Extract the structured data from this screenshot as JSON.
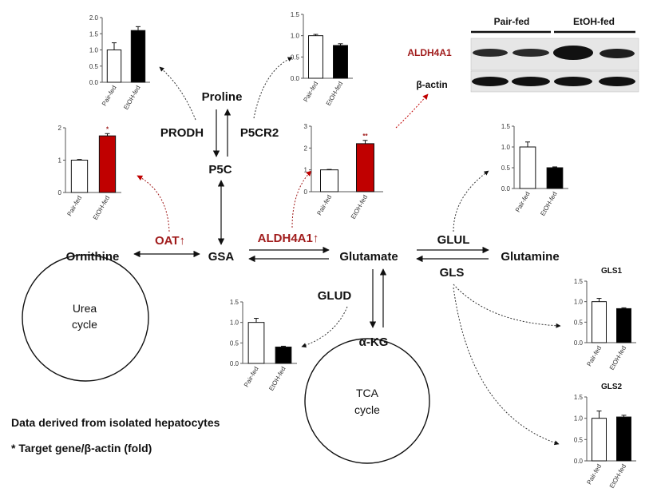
{
  "nodes": {
    "proline": "Proline",
    "p5c": "P5C",
    "gsa": "GSA",
    "ornithine": "Ornithine",
    "glutamate": "Glutamate",
    "glutamine": "Glutamine",
    "akg": "α-KG"
  },
  "enzymes": {
    "prodh": "PRODH",
    "p5cr2": "P5CR2",
    "oat": "OAT↑",
    "aldh4a1": "ALDH4A1↑",
    "glul": "GLUL",
    "gls": "GLS",
    "glud": "GLUD"
  },
  "cycles": {
    "urea_l1": "Urea",
    "urea_l2": "cycle",
    "tca_l1": "TCA",
    "tca_l2": "cycle"
  },
  "notes": {
    "line1": "Data derived from isolated hepatocytes",
    "line2": "* Target gene/β-actin (fold)"
  },
  "blot": {
    "group1": "Pair-fed",
    "group2": "EtOH-fed",
    "row1": "ALDH4A1",
    "row2": "β-actin"
  },
  "colors": {
    "control": "#ffffff",
    "etoh_black": "#000000",
    "etoh_red": "#c00000",
    "enzyme_red": "#a01b1b"
  },
  "chart_data": [
    {
      "id": "prodh",
      "type": "bar",
      "title": "",
      "categories": [
        "Pair-fed",
        "EtOH-fed"
      ],
      "values": [
        1.0,
        1.6
      ],
      "errors": [
        0.22,
        0.12
      ],
      "ylim": [
        0,
        2.0
      ],
      "yticks": [
        "0.0",
        "0.5",
        "1.0",
        "1.5",
        "2.0"
      ],
      "ytick_values": [
        0,
        0.5,
        1.0,
        1.5,
        2.0
      ],
      "colors": [
        "#ffffff",
        "#000000"
      ],
      "sig": ""
    },
    {
      "id": "p5cr2",
      "type": "bar",
      "title": "",
      "categories": [
        "Pair-fed",
        "EtOH-fed"
      ],
      "values": [
        1.0,
        0.77
      ],
      "errors": [
        0.03,
        0.04
      ],
      "ylim": [
        0,
        1.5
      ],
      "yticks": [
        "0.0",
        "0.5",
        "1.0",
        "1.5"
      ],
      "ytick_values": [
        0,
        0.5,
        1.0,
        1.5
      ],
      "colors": [
        "#ffffff",
        "#000000"
      ],
      "sig": ""
    },
    {
      "id": "oat",
      "type": "bar",
      "title": "",
      "categories": [
        "Pair-fed",
        "EtOH-fed"
      ],
      "values": [
        1.0,
        1.75
      ],
      "errors": [
        0.02,
        0.07
      ],
      "ylim": [
        0,
        2
      ],
      "yticks": [
        "0",
        "1",
        "2"
      ],
      "ytick_values": [
        0,
        1,
        2
      ],
      "colors": [
        "#ffffff",
        "#c00000"
      ],
      "sig": "*"
    },
    {
      "id": "aldh4a1",
      "type": "bar",
      "title": "",
      "categories": [
        "Pair-fed",
        "EtOH-fed"
      ],
      "values": [
        1.0,
        2.2
      ],
      "errors": [
        0.02,
        0.15
      ],
      "ylim": [
        0,
        3
      ],
      "yticks": [
        "0",
        "1",
        "2",
        "3"
      ],
      "ytick_values": [
        0,
        1,
        2,
        3
      ],
      "colors": [
        "#ffffff",
        "#c00000"
      ],
      "sig": "**"
    },
    {
      "id": "glul",
      "type": "bar",
      "title": "",
      "categories": [
        "Pair-fed",
        "EtOH-fed"
      ],
      "values": [
        1.0,
        0.5
      ],
      "errors": [
        0.12,
        0.02
      ],
      "ylim": [
        0,
        1.5
      ],
      "yticks": [
        "0.0",
        "0.5",
        "1.0",
        "1.5"
      ],
      "ytick_values": [
        0,
        0.5,
        1.0,
        1.5
      ],
      "colors": [
        "#ffffff",
        "#000000"
      ],
      "sig": ""
    },
    {
      "id": "glud",
      "type": "bar",
      "title": "",
      "categories": [
        "Pair-fed",
        "EtOH-fed"
      ],
      "values": [
        1.0,
        0.4
      ],
      "errors": [
        0.1,
        0.02
      ],
      "ylim": [
        0,
        1.5
      ],
      "yticks": [
        "0.0",
        "0.5",
        "1.0",
        "1.5"
      ],
      "ytick_values": [
        0,
        0.5,
        1.0,
        1.5
      ],
      "colors": [
        "#ffffff",
        "#000000"
      ],
      "sig": ""
    },
    {
      "id": "gls1",
      "type": "bar",
      "title": "GLS1",
      "categories": [
        "Pair-fed",
        "EtOH-fed"
      ],
      "values": [
        1.0,
        0.83
      ],
      "errors": [
        0.08,
        0.02
      ],
      "ylim": [
        0,
        1.5
      ],
      "yticks": [
        "0.0",
        "0.5",
        "1.0",
        "1.5"
      ],
      "ytick_values": [
        0,
        0.5,
        1.0,
        1.5
      ],
      "colors": [
        "#ffffff",
        "#000000"
      ],
      "sig": ""
    },
    {
      "id": "gls2",
      "type": "bar",
      "title": "GLS2",
      "categories": [
        "Pair-fed",
        "EtOH-fed"
      ],
      "values": [
        1.0,
        1.03
      ],
      "errors": [
        0.17,
        0.04
      ],
      "ylim": [
        0,
        1.5
      ],
      "yticks": [
        "0.0",
        "0.5",
        "1.0",
        "1.5"
      ],
      "ytick_values": [
        0,
        0.5,
        1.0,
        1.5
      ],
      "colors": [
        "#ffffff",
        "#000000"
      ],
      "sig": ""
    }
  ]
}
